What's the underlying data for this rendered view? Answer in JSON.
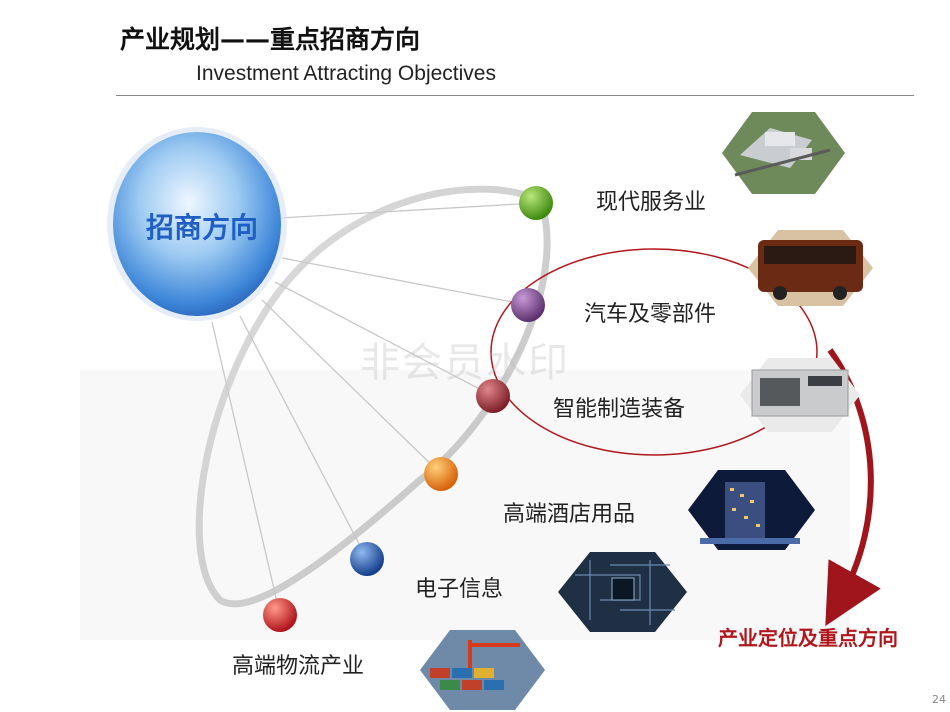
{
  "title": "产业规划——重点招商方向",
  "subtitle": "Investment Attracting Objectives",
  "hub": "招商方向",
  "items": [
    {
      "label": "现代服务业",
      "color": "#5aa322",
      "image": "office-park-photo"
    },
    {
      "label": "汽车及零部件",
      "color": "#7a4a8a",
      "image": "bus-photo"
    },
    {
      "label": "智能制造装备",
      "color": "#a8323a",
      "image": "cnc-machine-photo"
    },
    {
      "label": "高端酒店用品",
      "color": "#f08a14",
      "image": "hotel-building-photo"
    },
    {
      "label": "电子信息",
      "color": "#1d57b0",
      "image": "circuit-board-photo"
    },
    {
      "label": "高端物流产业",
      "color": "#d3262c",
      "image": "container-port-photo"
    }
  ],
  "highlight_note": "产业定位及重点方向",
  "watermark": "非会员水印",
  "page_number": "24"
}
